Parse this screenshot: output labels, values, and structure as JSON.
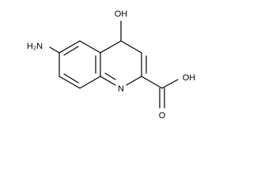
{
  "molecule": {
    "labels": {
      "hydroxyl": "OH",
      "amino": "H₂N",
      "nitrogen": "N",
      "carboxyl_oh": "OH",
      "carboxyl_o": "O"
    }
  }
}
